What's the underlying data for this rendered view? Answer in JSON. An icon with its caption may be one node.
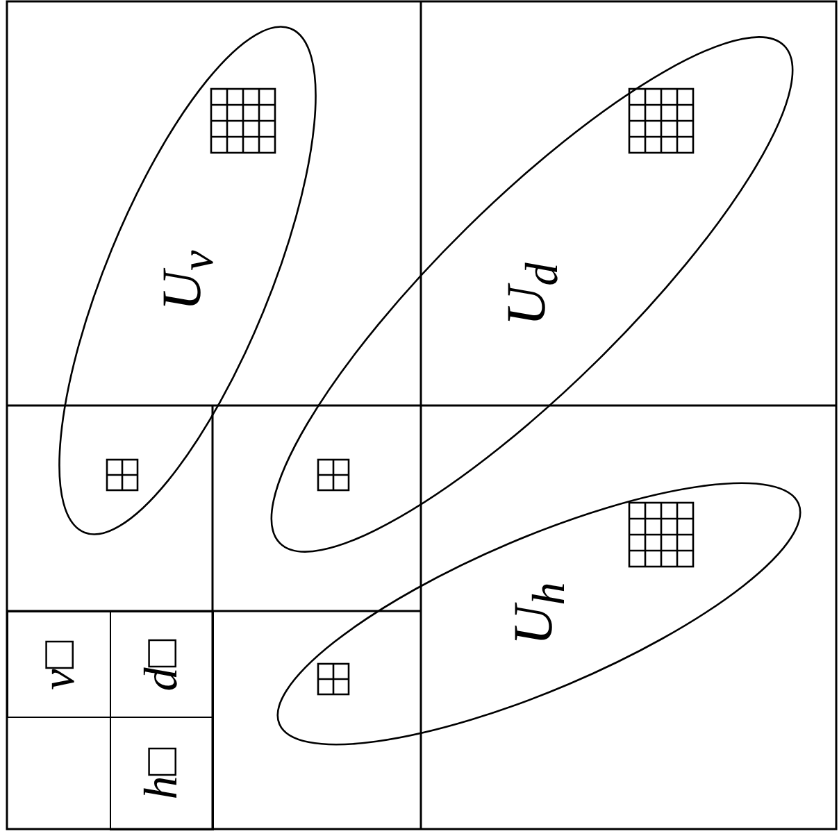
{
  "diagram": {
    "nodes": [
      {
        "text": [
          "U$_{v}$"
        ]
      },
      {
        "text": [
          "U$_{d}$"
        ]
      },
      {
        "text": [
          "U$_{h}$"
        ]
      },
      {
        "text": [
          "*v*□"
        ]
      },
      {
        "text": [
          "*d*□"
        ]
      },
      {
        "text": [
          "*h*□"
        ]
      }
    ],
    "edges": []
  }
}
